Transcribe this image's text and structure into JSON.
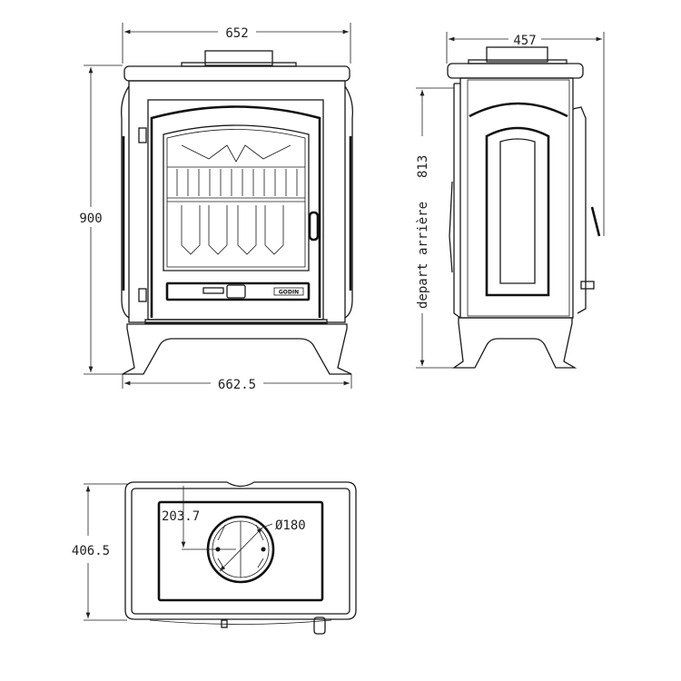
{
  "title": "Stove dimension drawing",
  "front_view": {
    "width_top": "652",
    "height": "900",
    "width_base": "662.5",
    "brand_label": "GODIN"
  },
  "side_view": {
    "depth": "457",
    "rear_outlet_label": "depart arrière",
    "rear_outlet_height": "813"
  },
  "top_view": {
    "depth": "406.5",
    "flue_offset": "203.7",
    "flue_diameter": "Ø180"
  },
  "colors": {
    "line": "#1a1a1a",
    "background": "#ffffff"
  }
}
